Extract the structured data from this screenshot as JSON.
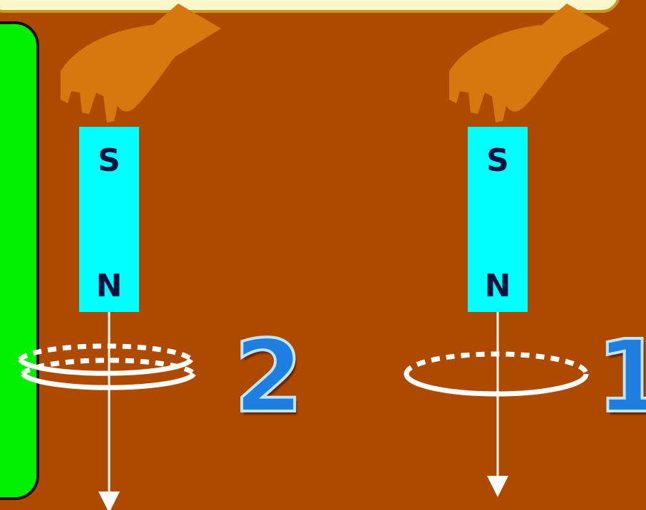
{
  "magnets": [
    {
      "south_label": "S",
      "north_label": "N"
    },
    {
      "south_label": "S",
      "north_label": "N"
    }
  ],
  "numbers": {
    "left": "2",
    "right": "1"
  },
  "colors": {
    "background": "#ad4a00",
    "magnet": "#00ffff",
    "hand": "#d6780d",
    "panel": "#00f000",
    "banner": "#fcf8cc",
    "number": "#1f7fe0"
  }
}
